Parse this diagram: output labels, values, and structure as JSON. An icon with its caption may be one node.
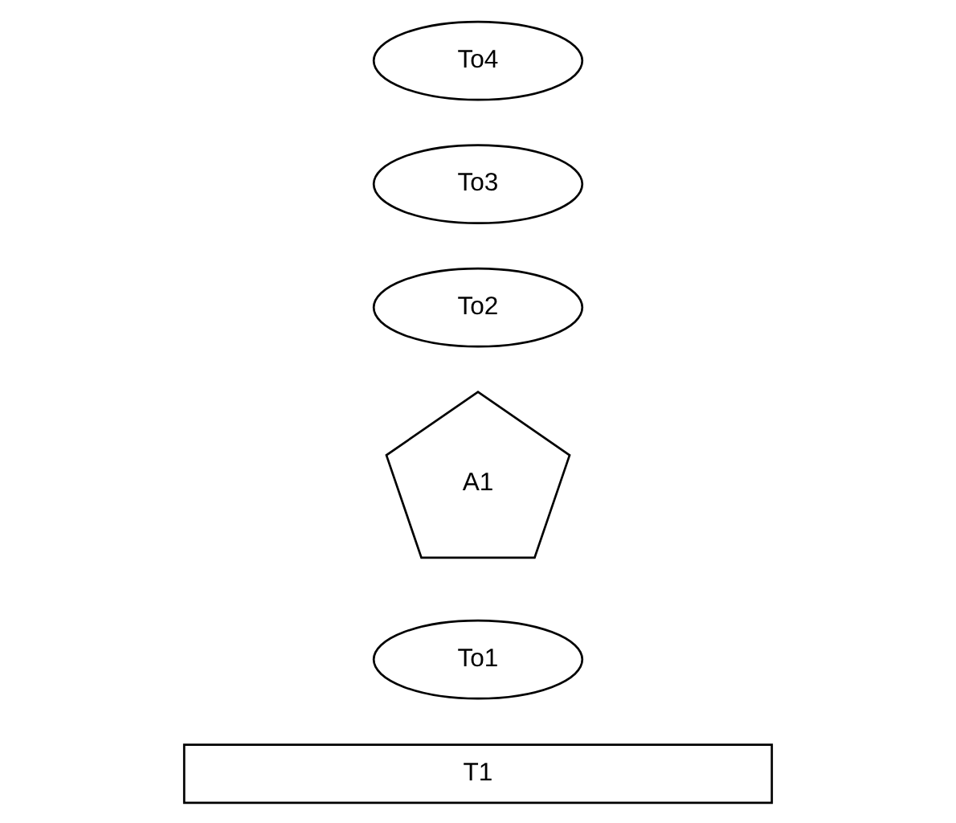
{
  "diagram": {
    "nodes": [
      {
        "text": [
          "T1"
        ]
      },
      {
        "text": [
          "To1"
        ]
      },
      {
        "text": [
          "A1"
        ]
      },
      {
        "text": [
          "To2"
        ]
      },
      {
        "text": [
          "To3"
        ]
      },
      {
        "text": [
          "To4"
        ]
      }
    ],
    "edges": []
  }
}
